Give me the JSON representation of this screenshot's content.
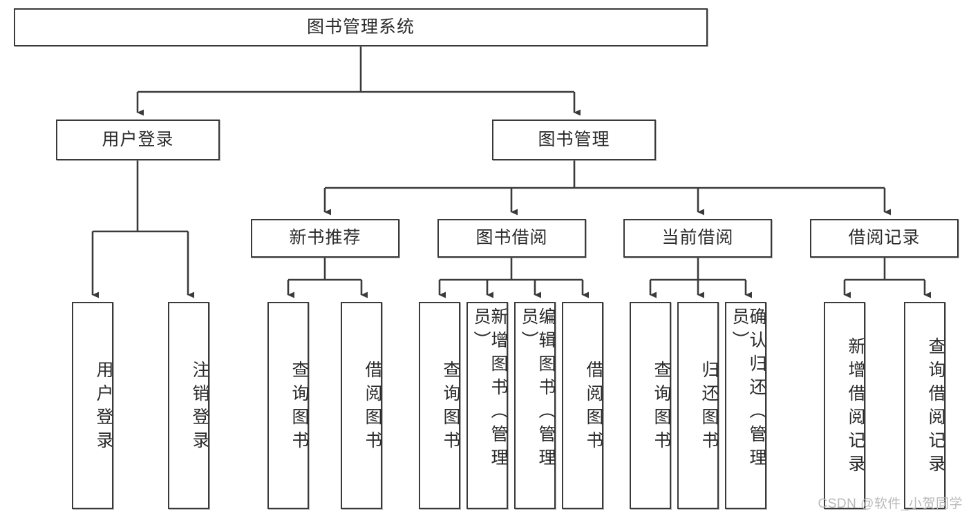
{
  "diagram": {
    "title": "图书管理系统",
    "type": "tree-hierarchy-chart",
    "watermark": "CSDN @软件_小贺同学",
    "colors": {
      "box_border": "#3a3a3a",
      "box_fill": "#ffffff",
      "connector": "#3a3a3a",
      "text": "#2b2b2b",
      "watermark": "#b9b9b9"
    },
    "nodes": {
      "root": {
        "label": "图书管理系统"
      },
      "level2": [
        {
          "id": "user-login",
          "label": "用户登录"
        },
        {
          "id": "book-manage",
          "label": "图书管理"
        }
      ],
      "level3": [
        {
          "id": "new-book-recommend",
          "label": "新书推荐"
        },
        {
          "id": "book-borrow",
          "label": "图书借阅"
        },
        {
          "id": "current-borrow",
          "label": "当前借阅"
        },
        {
          "id": "borrow-record",
          "label": "借阅记录"
        }
      ],
      "leaves": {
        "user-login": [
          {
            "id": "leaf-user-login",
            "label": "用户登录"
          },
          {
            "id": "leaf-logout-login",
            "label": "注销登录"
          }
        ],
        "new-book-recommend": [
          {
            "id": "leaf-query-book-1",
            "label": "查询图书"
          },
          {
            "id": "leaf-borrow-book-1",
            "label": "借阅图书"
          }
        ],
        "book-borrow": [
          {
            "id": "leaf-query-book-2",
            "label": "查询图书"
          },
          {
            "id": "leaf-add-book-admin",
            "label": "新增图书（管理员）"
          },
          {
            "id": "leaf-edit-book-admin",
            "label": "编辑图书（管理员）"
          },
          {
            "id": "leaf-borrow-book-2",
            "label": "借阅图书"
          }
        ],
        "current-borrow": [
          {
            "id": "leaf-query-book-3",
            "label": "查询图书"
          },
          {
            "id": "leaf-return-book",
            "label": "归还图书"
          },
          {
            "id": "leaf-confirm-return-admin",
            "label": "确认归还（管理员）"
          }
        ],
        "borrow-record": [
          {
            "id": "leaf-add-borrow-record",
            "label": "新增借阅记录"
          },
          {
            "id": "leaf-query-borrow-record",
            "label": "查询借阅记录"
          }
        ]
      }
    }
  }
}
